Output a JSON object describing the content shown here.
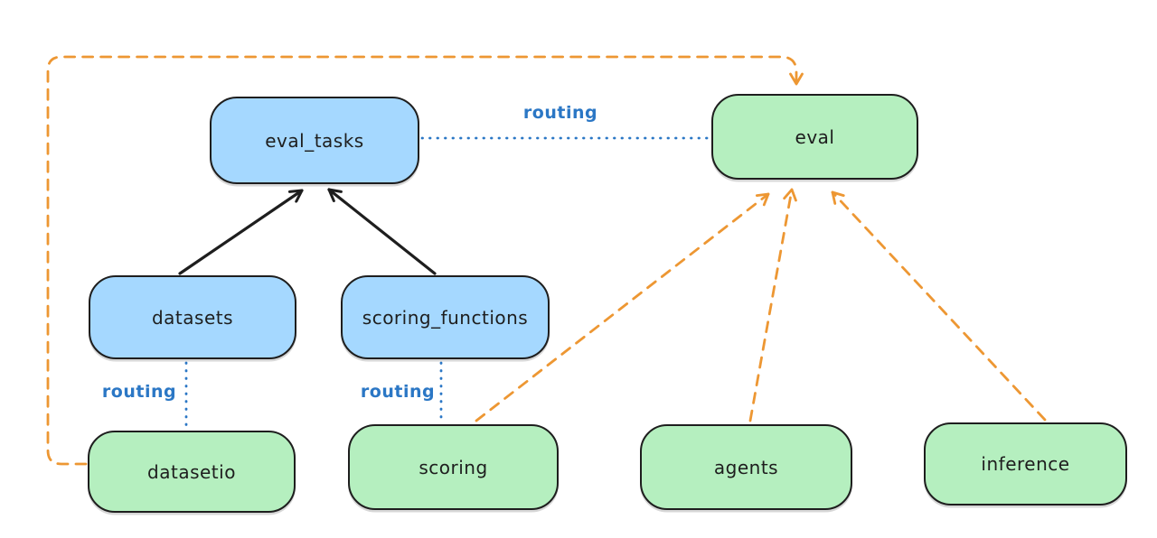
{
  "diagram": {
    "type": "architecture-diagram",
    "background": "#ffffff",
    "colors": {
      "blue_node_fill": "#a5d8ff",
      "green_node_fill": "#b5efbf",
      "node_stroke": "#1e1e1e",
      "routing_blue": "#2b77c5",
      "provider_orange": "#ed9733"
    },
    "nodes": [
      {
        "id": "eval_tasks",
        "label": "eval_tasks",
        "color": "blue"
      },
      {
        "id": "eval",
        "label": "eval",
        "color": "green"
      },
      {
        "id": "datasets",
        "label": "datasets",
        "color": "blue"
      },
      {
        "id": "scoring_functions",
        "label": "scoring_functions",
        "color": "blue"
      },
      {
        "id": "datasetio",
        "label": "datasetio",
        "color": "green"
      },
      {
        "id": "scoring",
        "label": "scoring",
        "color": "green"
      },
      {
        "id": "agents",
        "label": "agents",
        "color": "green"
      },
      {
        "id": "inference",
        "label": "inference",
        "color": "green"
      }
    ],
    "edges": [
      {
        "from": "datasets",
        "to": "eval_tasks",
        "style": "solid",
        "color": "#1e1e1e",
        "arrow": true,
        "label": ""
      },
      {
        "from": "scoring_functions",
        "to": "eval_tasks",
        "style": "solid",
        "color": "#1e1e1e",
        "arrow": true,
        "label": ""
      },
      {
        "from": "eval_tasks",
        "to": "eval",
        "style": "dotted",
        "color": "#2b77c5",
        "arrow": false,
        "label": "routing"
      },
      {
        "from": "datasets",
        "to": "datasetio",
        "style": "dotted",
        "color": "#2b77c5",
        "arrow": false,
        "label": "routing"
      },
      {
        "from": "scoring_functions",
        "to": "scoring",
        "style": "dotted",
        "color": "#2b77c5",
        "arrow": false,
        "label": "routing"
      },
      {
        "from": "datasetio",
        "to": "eval",
        "style": "dashed",
        "color": "#ed9733",
        "arrow": true,
        "label": ""
      },
      {
        "from": "scoring",
        "to": "eval",
        "style": "dashed",
        "color": "#ed9733",
        "arrow": true,
        "label": ""
      },
      {
        "from": "agents",
        "to": "eval",
        "style": "dashed",
        "color": "#ed9733",
        "arrow": true,
        "label": ""
      },
      {
        "from": "inference",
        "to": "eval",
        "style": "dashed",
        "color": "#ed9733",
        "arrow": true,
        "label": ""
      }
    ]
  }
}
